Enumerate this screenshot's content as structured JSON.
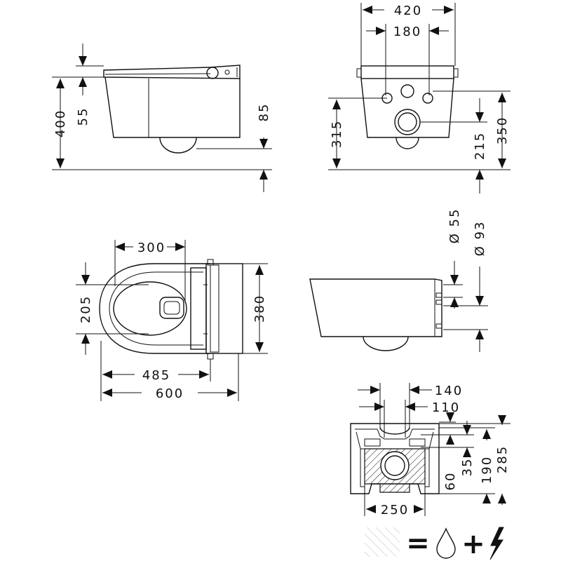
{
  "side_view": {
    "d_400": "400",
    "d_55": "55",
    "d_85": "85"
  },
  "front_view": {
    "d_420": "420",
    "d_180": "180",
    "d_315": "315",
    "d_215": "215",
    "d_350": "350"
  },
  "top_view": {
    "d_300": "300",
    "d_205": "205",
    "d_380": "380",
    "d_485": "485",
    "d_600": "600"
  },
  "connection_side_view": {
    "d_dia55": "Ø 55",
    "d_dia93": "Ø 93"
  },
  "frame_view": {
    "d_140": "140",
    "d_110": "110",
    "d_35": "35",
    "d_60": "60",
    "d_190": "190",
    "d_285": "285",
    "d_250": "250"
  },
  "legend": {
    "equals": "=",
    "plus": "+",
    "symbols": [
      "hatch-swatch",
      "water-drop-icon",
      "lightning-bolt-icon"
    ]
  },
  "colors": {
    "line": "#111111",
    "background": "#ffffff"
  }
}
